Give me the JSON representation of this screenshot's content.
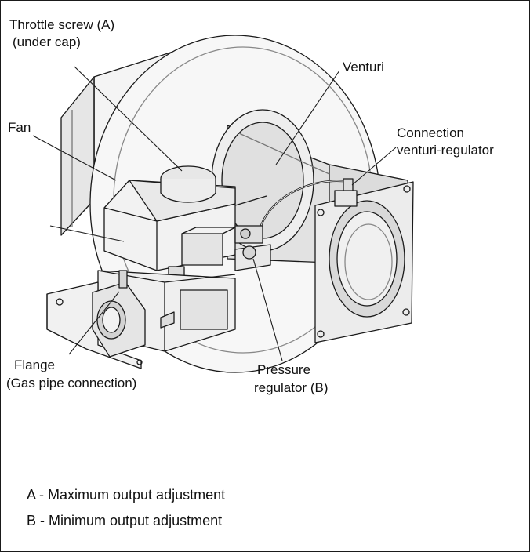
{
  "labels": {
    "throttle_screw": "Throttle screw (A)",
    "under_cap": "(under cap)",
    "venturi": "Venturi",
    "fan": "Fan",
    "connection": "Connection",
    "venturi_regulator": "venturi-regulator",
    "flange": "Flange",
    "gas_pipe_connection": "(Gas pipe connection)",
    "pressure": "Pressure",
    "regulator_b": "regulator (B)"
  },
  "legend": {
    "a": "A - Maximum output adjustment",
    "b": "B - Minimum output adjustment"
  }
}
